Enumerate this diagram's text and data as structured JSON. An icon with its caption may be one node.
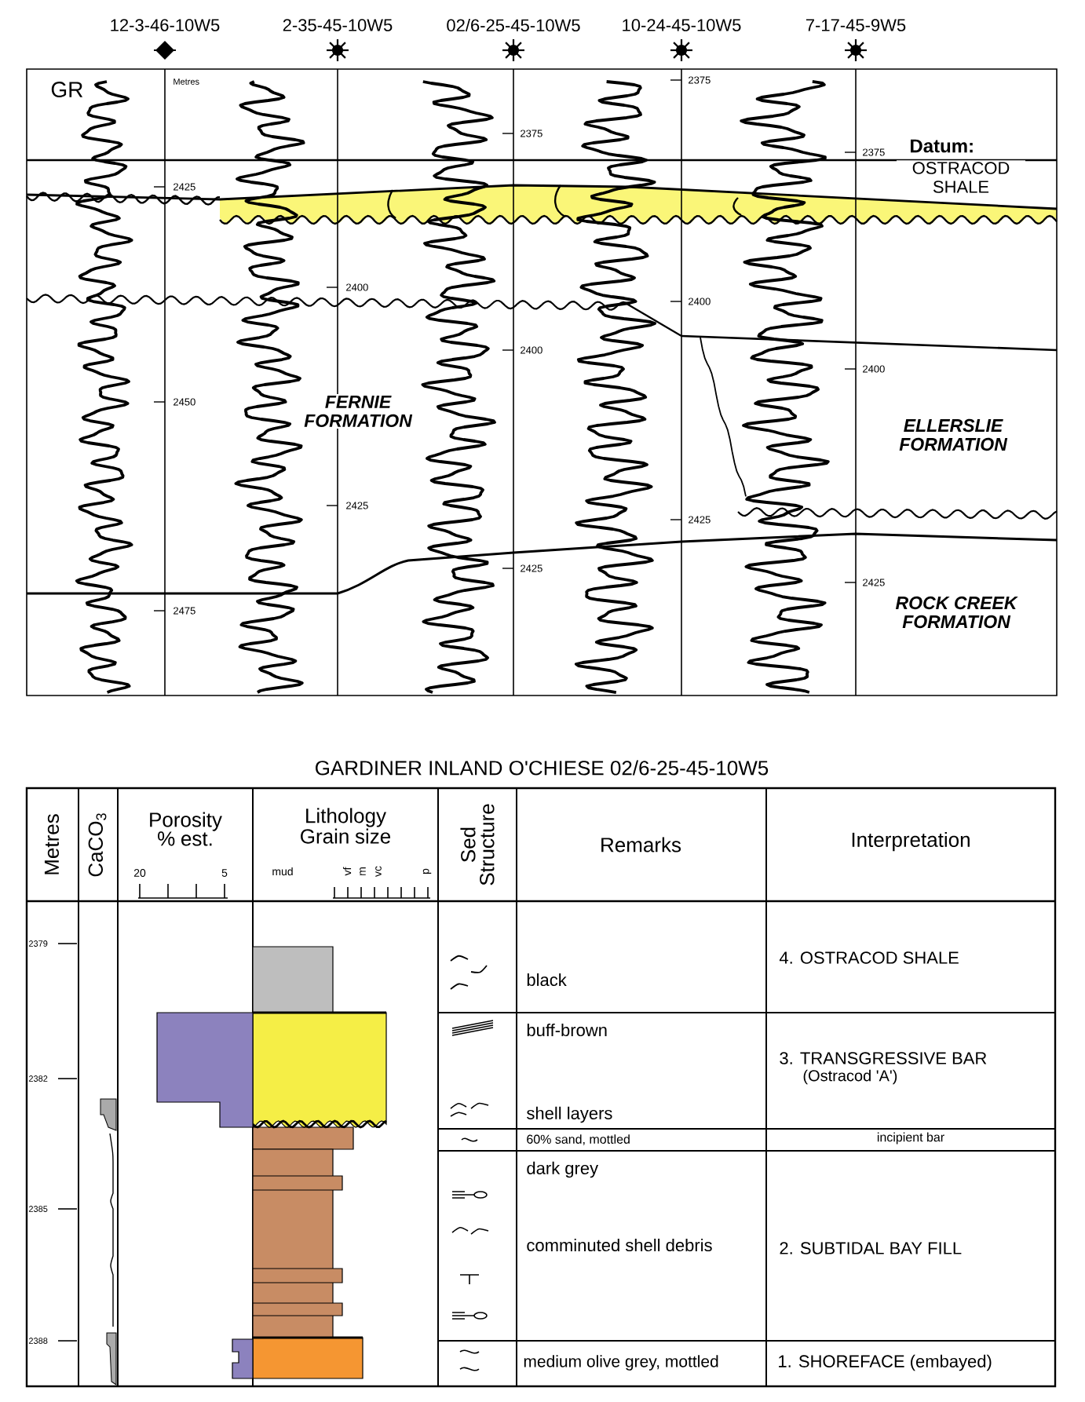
{
  "diagram": {
    "labels": [
      "12-3-46-10W5",
      "2-35-45-10W5",
      "02/6-25-45-10W5",
      "10-24-45-10W5",
      "7-17-45-9W5",
      "GR",
      "Metres",
      "2375",
      "2375",
      "Datum:",
      "2375",
      "2425",
      "OSTRACOD SHALE",
      "2400",
      "2400",
      "2400",
      "2400",
      "2450",
      "FERNIE FORMATION",
      "ELLERSLIE FORMATION",
      "2425",
      "2425",
      "2425",
      "2425",
      "2475",
      "ROCK CREEK FORMATION",
      "GARDINER INLAND O'CHIESE 02/6-25-45-10W5",
      "Metres",
      "CaCO$_{3}$",
      "Porosity % est.",
      "20",
      "5",
      "Lithology Grain size",
      "mud",
      "vf",
      "m",
      "vc",
      "p",
      "Sed Structure",
      "Remarks",
      "Interpretation",
      "2379",
      "black",
      "4. OSTRACOD SHALE",
      "buff-brown",
      "3. TRANSGRESSIVE BAR",
      "(Ostracod 'A')",
      "2382",
      "shell layers",
      "60% sand, mottled",
      "incipient bar",
      "dark grey",
      "2385",
      "comminuted shell debris",
      "2. SUBTIDAL BAY FILL",
      "2388",
      "medium olive grey, mottled",
      "1. SHOREFACE (embayed)"
    ]
  }
}
